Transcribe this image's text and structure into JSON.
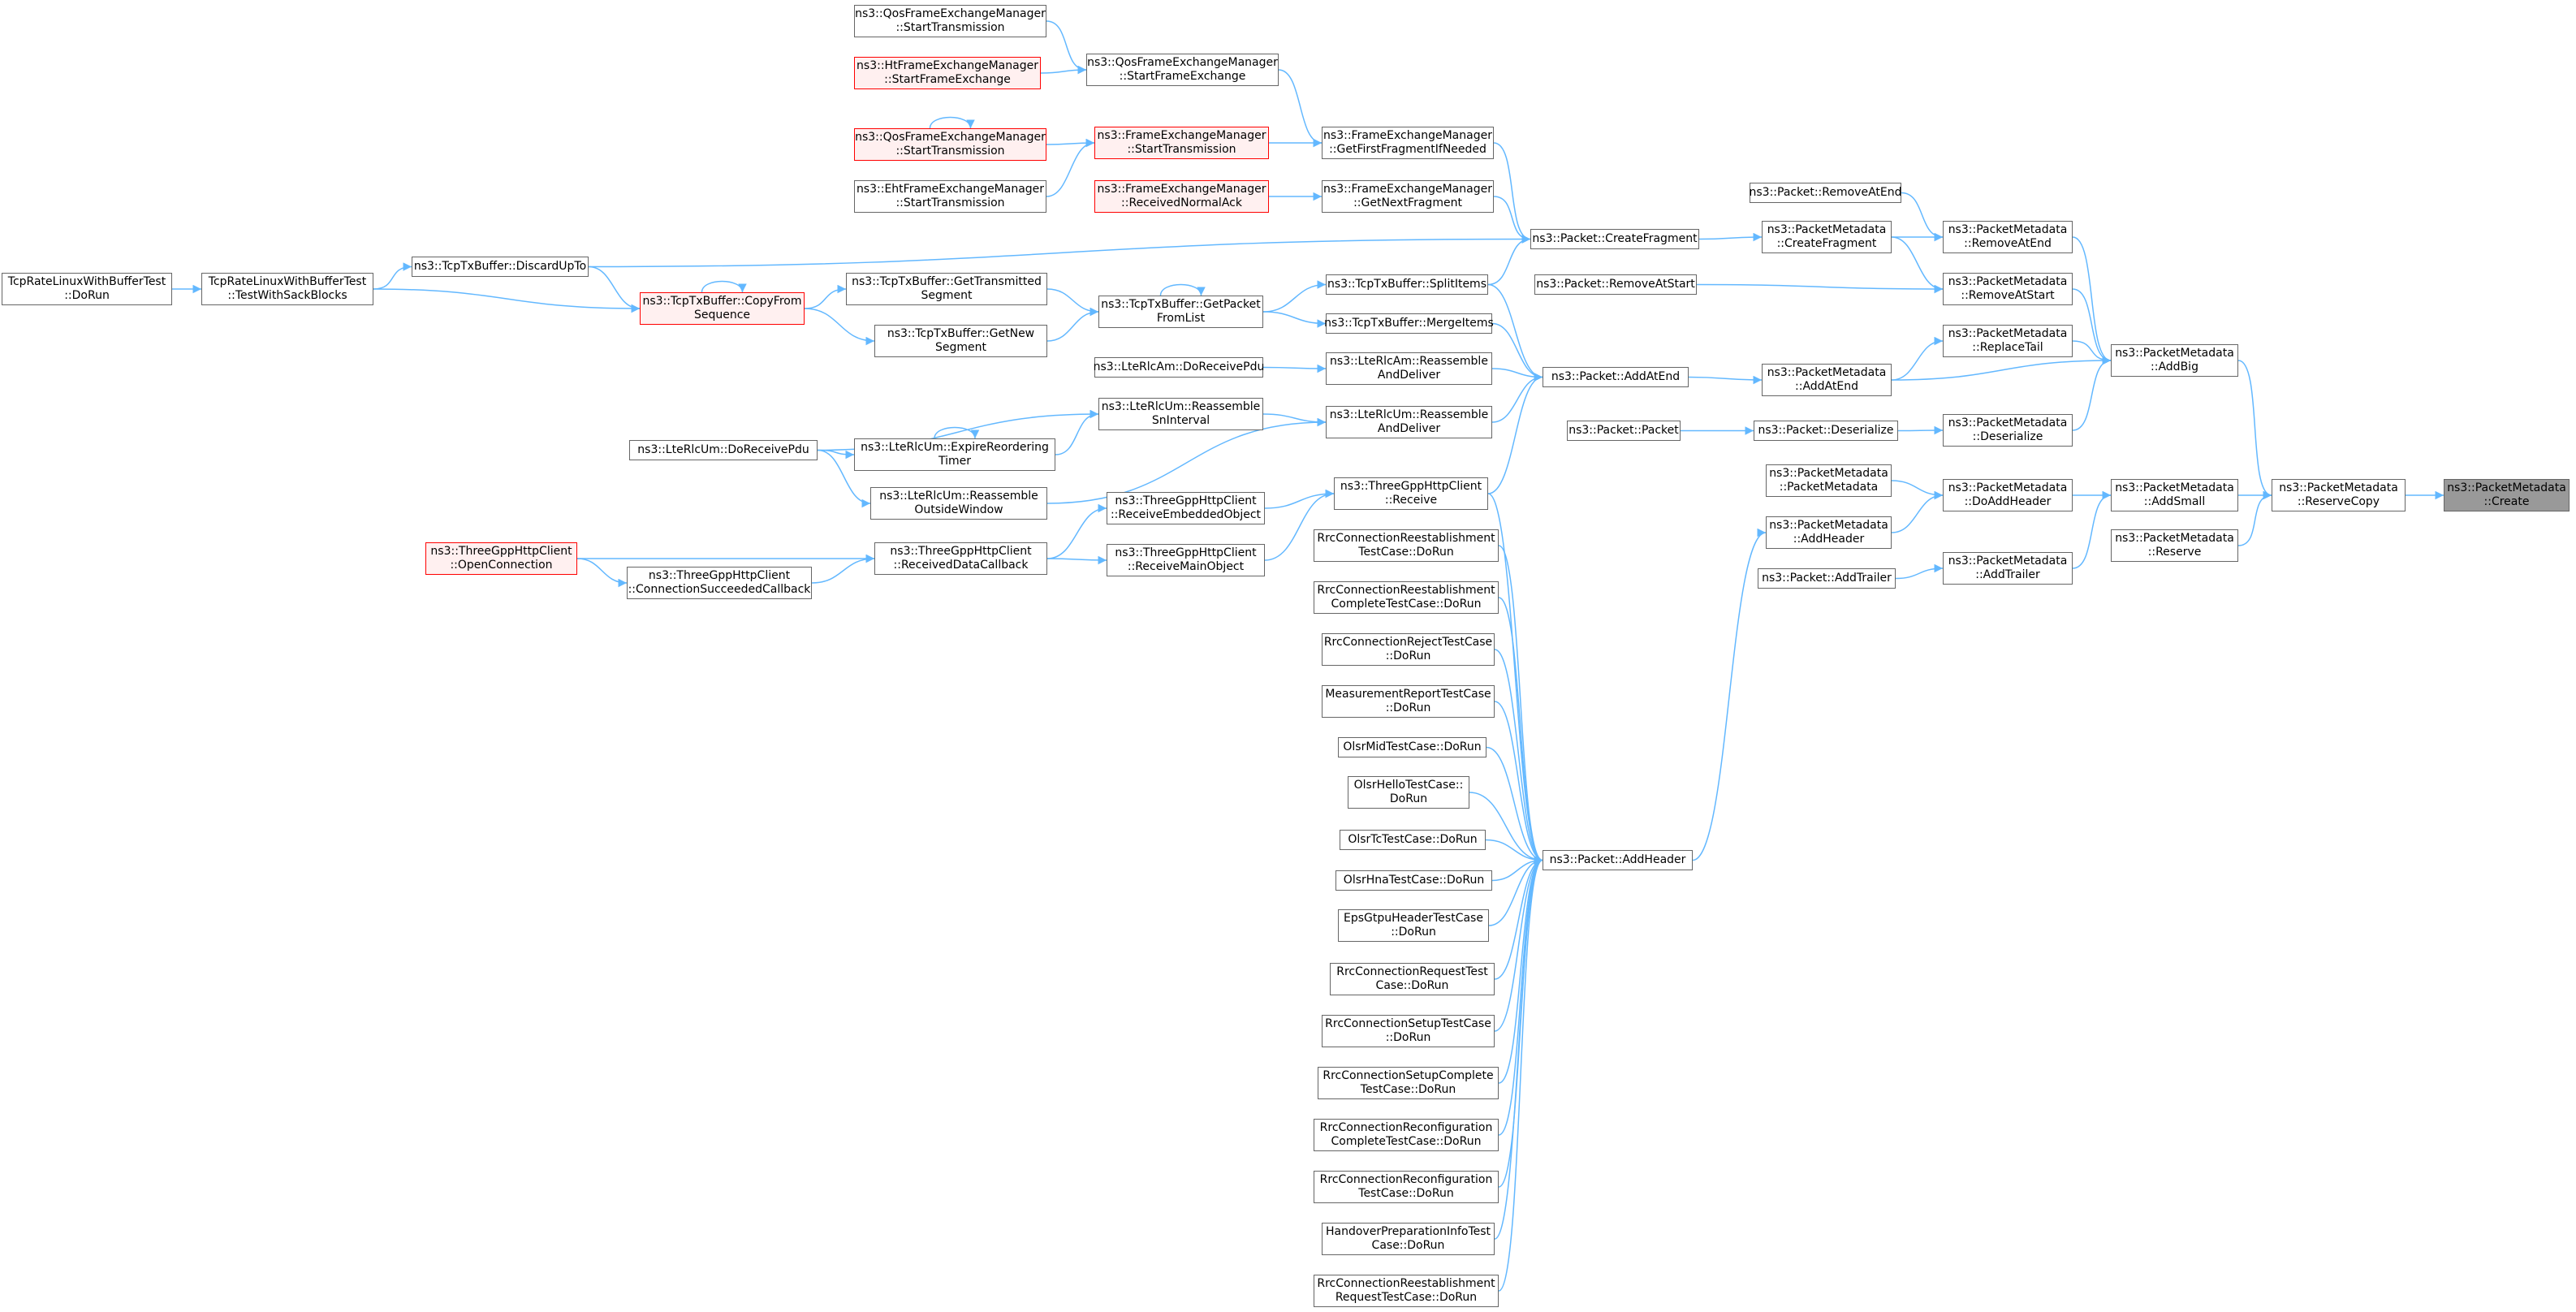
{
  "colors": {
    "edge": "#63b8ff",
    "node_border": "#666666",
    "node_fill": "#ffffff",
    "highlight_border": "#ff0000",
    "highlight_fill": "#fff0f0",
    "focus_fill": "#999999"
  },
  "nodes": [
    {
      "id": "create",
      "lines": [
        "ns3::PacketMetadata",
        "::Create"
      ],
      "style": "focus"
    },
    {
      "id": "reservecopy",
      "lines": [
        "ns3::PacketMetadata",
        "::ReserveCopy"
      ],
      "style": "normal"
    },
    {
      "id": "addbig",
      "lines": [
        "ns3::PacketMetadata",
        "::AddBig"
      ],
      "style": "normal"
    },
    {
      "id": "addsmall",
      "lines": [
        "ns3::PacketMetadata",
        "::AddSmall"
      ],
      "style": "normal"
    },
    {
      "id": "reserve",
      "lines": [
        "ns3::PacketMetadata",
        "::Reserve"
      ],
      "style": "normal"
    },
    {
      "id": "removeatend",
      "lines": [
        "ns3::PacketMetadata",
        "::RemoveAtEnd"
      ],
      "style": "normal"
    },
    {
      "id": "removeatstart",
      "lines": [
        "ns3::PacketMetadata",
        "::RemoveAtStart"
      ],
      "style": "normal"
    },
    {
      "id": "replacetail",
      "lines": [
        "ns3::PacketMetadata",
        "::ReplaceTail"
      ],
      "style": "normal"
    },
    {
      "id": "deserializemd",
      "lines": [
        "ns3::PacketMetadata",
        "::Deserialize"
      ],
      "style": "normal"
    },
    {
      "id": "doaddheader",
      "lines": [
        "ns3::PacketMetadata",
        "::DoAddHeader"
      ],
      "style": "normal"
    },
    {
      "id": "addtrailermd",
      "lines": [
        "ns3::PacketMetadata",
        "::AddTrailer"
      ],
      "style": "normal"
    },
    {
      "id": "pktremoveatend",
      "lines": [
        "ns3::Packet::RemoveAtEnd"
      ],
      "style": "normal"
    },
    {
      "id": "createfragmentmd",
      "lines": [
        "ns3::PacketMetadata",
        "::CreateFragment"
      ],
      "style": "normal"
    },
    {
      "id": "addatendmd",
      "lines": [
        "ns3::PacketMetadata",
        "::AddAtEnd"
      ],
      "style": "normal"
    },
    {
      "id": "pktdeserialize",
      "lines": [
        "ns3::Packet::Deserialize"
      ],
      "style": "normal"
    },
    {
      "id": "pmctor",
      "lines": [
        "ns3::PacketMetadata",
        "::PacketMetadata"
      ],
      "style": "normal"
    },
    {
      "id": "addheadermd",
      "lines": [
        "ns3::PacketMetadata",
        "::AddHeader"
      ],
      "style": "normal"
    },
    {
      "id": "pktaddtrailer",
      "lines": [
        "ns3::Packet::AddTrailer"
      ],
      "style": "normal"
    },
    {
      "id": "createfragment",
      "lines": [
        "ns3::Packet::CreateFragment"
      ],
      "style": "normal"
    },
    {
      "id": "pktremoveatstart",
      "lines": [
        "ns3::Packet::RemoveAtStart"
      ],
      "style": "normal"
    },
    {
      "id": "addatend",
      "lines": [
        "ns3::Packet::AddAtEnd"
      ],
      "style": "normal"
    },
    {
      "id": "packet",
      "lines": [
        "ns3::Packet::Packet"
      ],
      "style": "normal"
    },
    {
      "id": "addheader",
      "lines": [
        "ns3::Packet::AddHeader"
      ],
      "style": "normal"
    },
    {
      "id": "getfirstfrag",
      "lines": [
        "ns3::FrameExchangeManager",
        "::GetFirstFragmentIfNeeded"
      ],
      "style": "normal"
    },
    {
      "id": "getnextfrag",
      "lines": [
        "ns3::FrameExchangeManager",
        "::GetNextFragment"
      ],
      "style": "normal"
    },
    {
      "id": "discarduptoref",
      "lines": [
        "ns3::TcpTxBuffer::DiscardUpTo"
      ],
      "style": "normal"
    },
    {
      "id": "splititems",
      "lines": [
        "ns3::TcpTxBuffer::SplitItems"
      ],
      "style": "normal"
    },
    {
      "id": "mergeitems",
      "lines": [
        "ns3::TcpTxBuffer::MergeItems"
      ],
      "style": "normal"
    },
    {
      "id": "amreassemble",
      "lines": [
        "ns3::LteRlcAm::Reassemble",
        "AndDeliver"
      ],
      "style": "normal"
    },
    {
      "id": "umreassemble",
      "lines": [
        "ns3::LteRlcUm::Reassemble",
        "AndDeliver"
      ],
      "style": "normal"
    },
    {
      "id": "httpreceive",
      "lines": [
        "ns3::ThreeGppHttpClient",
        "::Receive"
      ],
      "style": "normal"
    },
    {
      "id": "qosftx",
      "lines": [
        "ns3::QosFrameExchangeManager",
        "::StartFrameExchange"
      ],
      "style": "normal"
    },
    {
      "id": "femtx",
      "lines": [
        "ns3::FrameExchangeManager",
        "::StartTransmission"
      ],
      "style": "red"
    },
    {
      "id": "femnack",
      "lines": [
        "ns3::FrameExchangeManager",
        "::ReceivedNormalAck"
      ],
      "style": "red"
    },
    {
      "id": "getpacket",
      "lines": [
        "ns3::TcpTxBuffer::GetPacket",
        "FromList"
      ],
      "style": "normal"
    },
    {
      "id": "amdoreceive",
      "lines": [
        "ns3::LteRlcAm::DoReceivePdu"
      ],
      "style": "normal"
    },
    {
      "id": "umsninterval",
      "lines": [
        "ns3::LteRlcUm::Reassemble",
        "SnInterval"
      ],
      "style": "normal"
    },
    {
      "id": "httpembedded",
      "lines": [
        "ns3::ThreeGppHttpClient",
        "::ReceiveEmbeddedObject"
      ],
      "style": "normal"
    },
    {
      "id": "httpmain",
      "lines": [
        "ns3::ThreeGppHttpClient",
        "::ReceiveMainObject"
      ],
      "style": "normal"
    },
    {
      "id": "qosstarttx",
      "lines": [
        "ns3::QosFrameExchangeManager",
        "::StartTransmission"
      ],
      "style": "normal"
    },
    {
      "id": "htsfe",
      "lines": [
        "ns3::HtFrameExchangeManager",
        "::StartFrameExchange"
      ],
      "style": "red"
    },
    {
      "id": "qosstarttx2",
      "lines": [
        "ns3::QosFrameExchangeManager",
        "::StartTransmission"
      ],
      "style": "red"
    },
    {
      "id": "ehtstarttx",
      "lines": [
        "ns3::EhtFrameExchangeManager",
        "::StartTransmission"
      ],
      "style": "normal"
    },
    {
      "id": "gettransmitted",
      "lines": [
        "ns3::TcpTxBuffer::GetTransmitted",
        "Segment"
      ],
      "style": "normal"
    },
    {
      "id": "getnew",
      "lines": [
        "ns3::TcpTxBuffer::GetNew",
        "Segment"
      ],
      "style": "normal"
    },
    {
      "id": "umexpire",
      "lines": [
        "ns3::LteRlcUm::ExpireReordering",
        "Timer"
      ],
      "style": "normal"
    },
    {
      "id": "umoutside",
      "lines": [
        "ns3::LteRlcUm::Reassemble",
        "OutsideWindow"
      ],
      "style": "normal"
    },
    {
      "id": "httpdatacb",
      "lines": [
        "ns3::ThreeGppHttpClient",
        "::ReceivedDataCallback"
      ],
      "style": "normal"
    },
    {
      "id": "copyfrom",
      "lines": [
        "ns3::TcpTxBuffer::CopyFrom",
        "Sequence"
      ],
      "style": "red"
    },
    {
      "id": "umdoreceive",
      "lines": [
        "ns3::LteRlcUm::DoReceivePdu"
      ],
      "style": "normal"
    },
    {
      "id": "httpconncb",
      "lines": [
        "ns3::ThreeGppHttpClient",
        "::ConnectionSucceededCallback"
      ],
      "style": "normal"
    },
    {
      "id": "httpopen",
      "lines": [
        "ns3::ThreeGppHttpClient",
        "::OpenConnection"
      ],
      "style": "red"
    },
    {
      "id": "tcpsack",
      "lines": [
        "TcpRateLinuxWithBufferTest",
        "::TestWithSackBlocks"
      ],
      "style": "normal"
    },
    {
      "id": "tcpdorun",
      "lines": [
        "TcpRateLinuxWithBufferTest",
        "::DoRun"
      ],
      "style": "normal"
    },
    {
      "id": "t1",
      "lines": [
        "RrcConnectionReestablishment",
        "TestCase::DoRun"
      ],
      "style": "normal"
    },
    {
      "id": "t2",
      "lines": [
        "RrcConnectionReestablishment",
        "CompleteTestCase::DoRun"
      ],
      "style": "normal"
    },
    {
      "id": "t3",
      "lines": [
        "RrcConnectionRejectTestCase",
        "::DoRun"
      ],
      "style": "normal"
    },
    {
      "id": "t4",
      "lines": [
        "MeasurementReportTestCase",
        "::DoRun"
      ],
      "style": "normal"
    },
    {
      "id": "t5",
      "lines": [
        "OlsrMidTestCase::DoRun"
      ],
      "style": "normal"
    },
    {
      "id": "t6",
      "lines": [
        "OlsrHelloTestCase::",
        "DoRun"
      ],
      "style": "normal"
    },
    {
      "id": "t7",
      "lines": [
        "OlsrTcTestCase::DoRun"
      ],
      "style": "normal"
    },
    {
      "id": "t8",
      "lines": [
        "OlsrHnaTestCase::DoRun"
      ],
      "style": "normal"
    },
    {
      "id": "t9",
      "lines": [
        "EpsGtpuHeaderTestCase",
        "::DoRun"
      ],
      "style": "normal"
    },
    {
      "id": "t10",
      "lines": [
        "RrcConnectionRequestTest",
        "Case::DoRun"
      ],
      "style": "normal"
    },
    {
      "id": "t11",
      "lines": [
        "RrcConnectionSetupTestCase",
        "::DoRun"
      ],
      "style": "normal"
    },
    {
      "id": "t12",
      "lines": [
        "RrcConnectionSetupComplete",
        "TestCase::DoRun"
      ],
      "style": "normal"
    },
    {
      "id": "t13",
      "lines": [
        "RrcConnectionReconfiguration",
        "CompleteTestCase::DoRun"
      ],
      "style": "normal"
    },
    {
      "id": "t14",
      "lines": [
        "RrcConnectionReconfiguration",
        "TestCase::DoRun"
      ],
      "style": "normal"
    },
    {
      "id": "t15",
      "lines": [
        "HandoverPreparationInfoTest",
        "Case::DoRun"
      ],
      "style": "normal"
    },
    {
      "id": "t16",
      "lines": [
        "RrcConnectionReestablishment",
        "RequestTestCase::DoRun"
      ],
      "style": "normal"
    }
  ],
  "edges": [
    [
      "reservecopy",
      "create"
    ],
    [
      "addbig",
      "reservecopy"
    ],
    [
      "addsmall",
      "reservecopy"
    ],
    [
      "reserve",
      "reservecopy"
    ],
    [
      "removeatend",
      "addbig"
    ],
    [
      "removeatstart",
      "addbig"
    ],
    [
      "replacetail",
      "addbig"
    ],
    [
      "deserializemd",
      "addbig"
    ],
    [
      "addatendmd",
      "addbig"
    ],
    [
      "doaddheader",
      "addsmall"
    ],
    [
      "addtrailermd",
      "addsmall"
    ],
    [
      "pktremoveatend",
      "removeatend"
    ],
    [
      "createfragmentmd",
      "removeatend"
    ],
    [
      "createfragmentmd",
      "removeatstart"
    ],
    [
      "pktremoveatstart",
      "removeatstart"
    ],
    [
      "addatendmd",
      "replacetail"
    ],
    [
      "pktdeserialize",
      "deserializemd"
    ],
    [
      "pmctor",
      "doaddheader"
    ],
    [
      "addheadermd",
      "doaddheader"
    ],
    [
      "pktaddtrailer",
      "addtrailermd"
    ],
    [
      "createfragment",
      "createfragmentmd"
    ],
    [
      "addatend",
      "addatendmd"
    ],
    [
      "packet",
      "pktdeserialize"
    ],
    [
      "addheader",
      "addheadermd"
    ],
    [
      "getfirstfrag",
      "createfragment"
    ],
    [
      "getnextfrag",
      "createfragment"
    ],
    [
      "discarduptoref",
      "createfragment"
    ],
    [
      "splititems",
      "createfragment"
    ],
    [
      "splititems",
      "addatend"
    ],
    [
      "mergeitems",
      "addatend"
    ],
    [
      "amreassemble",
      "addatend"
    ],
    [
      "umreassemble",
      "addatend"
    ],
    [
      "httpreceive",
      "addatend"
    ],
    [
      "qosftx",
      "getfirstfrag"
    ],
    [
      "femtx",
      "getfirstfrag"
    ],
    [
      "femnack",
      "getnextfrag"
    ],
    [
      "getpacket",
      "splititems"
    ],
    [
      "getpacket",
      "mergeitems"
    ],
    [
      "amdoreceive",
      "amreassemble"
    ],
    [
      "umsninterval",
      "umreassemble"
    ],
    [
      "umoutside",
      "umreassemble"
    ],
    [
      "httpembedded",
      "httpreceive"
    ],
    [
      "httpmain",
      "httpreceive"
    ],
    [
      "qosstarttx",
      "qosftx"
    ],
    [
      "htsfe",
      "qosftx"
    ],
    [
      "qosstarttx2",
      "femtx"
    ],
    [
      "ehtstarttx",
      "femtx"
    ],
    [
      "gettransmitted",
      "getpacket"
    ],
    [
      "getnew",
      "getpacket"
    ],
    [
      "getpacket",
      "getpacket"
    ],
    [
      "umdoreceive",
      "umsninterval"
    ],
    [
      "umdoreceive",
      "umexpire"
    ],
    [
      "umexpire",
      "umsninterval"
    ],
    [
      "umexpire",
      "umexpire"
    ],
    [
      "umdoreceive",
      "umoutside"
    ],
    [
      "httpdatacb",
      "httpembedded"
    ],
    [
      "httpdatacb",
      "httpmain"
    ],
    [
      "copyfrom",
      "gettransmitted"
    ],
    [
      "copyfrom",
      "getnew"
    ],
    [
      "copyfrom",
      "copyfrom"
    ],
    [
      "qosstarttx2",
      "qosstarttx2"
    ],
    [
      "httpconncb",
      "httpdatacb"
    ],
    [
      "httpopen",
      "httpdatacb"
    ],
    [
      "httpopen",
      "httpconncb"
    ],
    [
      "tcpsack",
      "copyfrom"
    ],
    [
      "tcpsack",
      "discarduptoref"
    ],
    [
      "tcpdorun",
      "tcpsack"
    ],
    [
      "discarduptoref",
      "copyfrom"
    ],
    [
      "t1",
      "addheader"
    ],
    [
      "t2",
      "addheader"
    ],
    [
      "t3",
      "addheader"
    ],
    [
      "t4",
      "addheader"
    ],
    [
      "t5",
      "addheader"
    ],
    [
      "t6",
      "addheader"
    ],
    [
      "t7",
      "addheader"
    ],
    [
      "t8",
      "addheader"
    ],
    [
      "t9",
      "addheader"
    ],
    [
      "t10",
      "addheader"
    ],
    [
      "t11",
      "addheader"
    ],
    [
      "t12",
      "addheader"
    ],
    [
      "t13",
      "addheader"
    ],
    [
      "t14",
      "addheader"
    ],
    [
      "t15",
      "addheader"
    ],
    [
      "t16",
      "addheader"
    ],
    [
      "httpreceive",
      "addheader"
    ]
  ]
}
